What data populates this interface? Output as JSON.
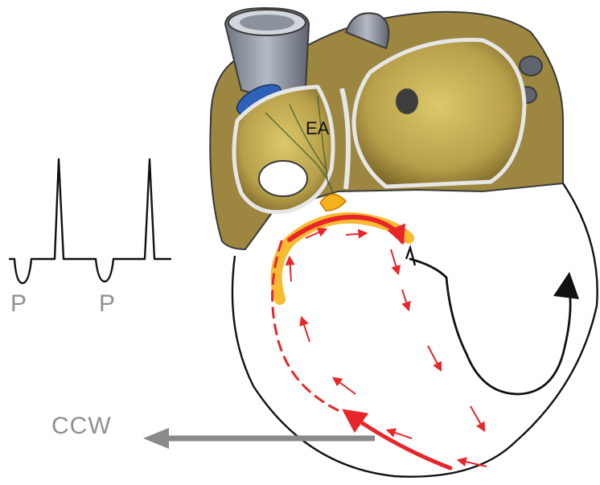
{
  "labels": {
    "ea": "EA",
    "p_wave_1": "P",
    "p_wave_2": "P",
    "rotation": "CCW"
  },
  "colors": {
    "ecg_trace": "#111111",
    "reentry_path": "#e8262a",
    "activation_glow": "#f6b21a",
    "rotation_arrow": "#8a8a8a",
    "heart_outline": "#111111",
    "myocardium": "#c9b055",
    "vessel": "#9aa0ab"
  }
}
